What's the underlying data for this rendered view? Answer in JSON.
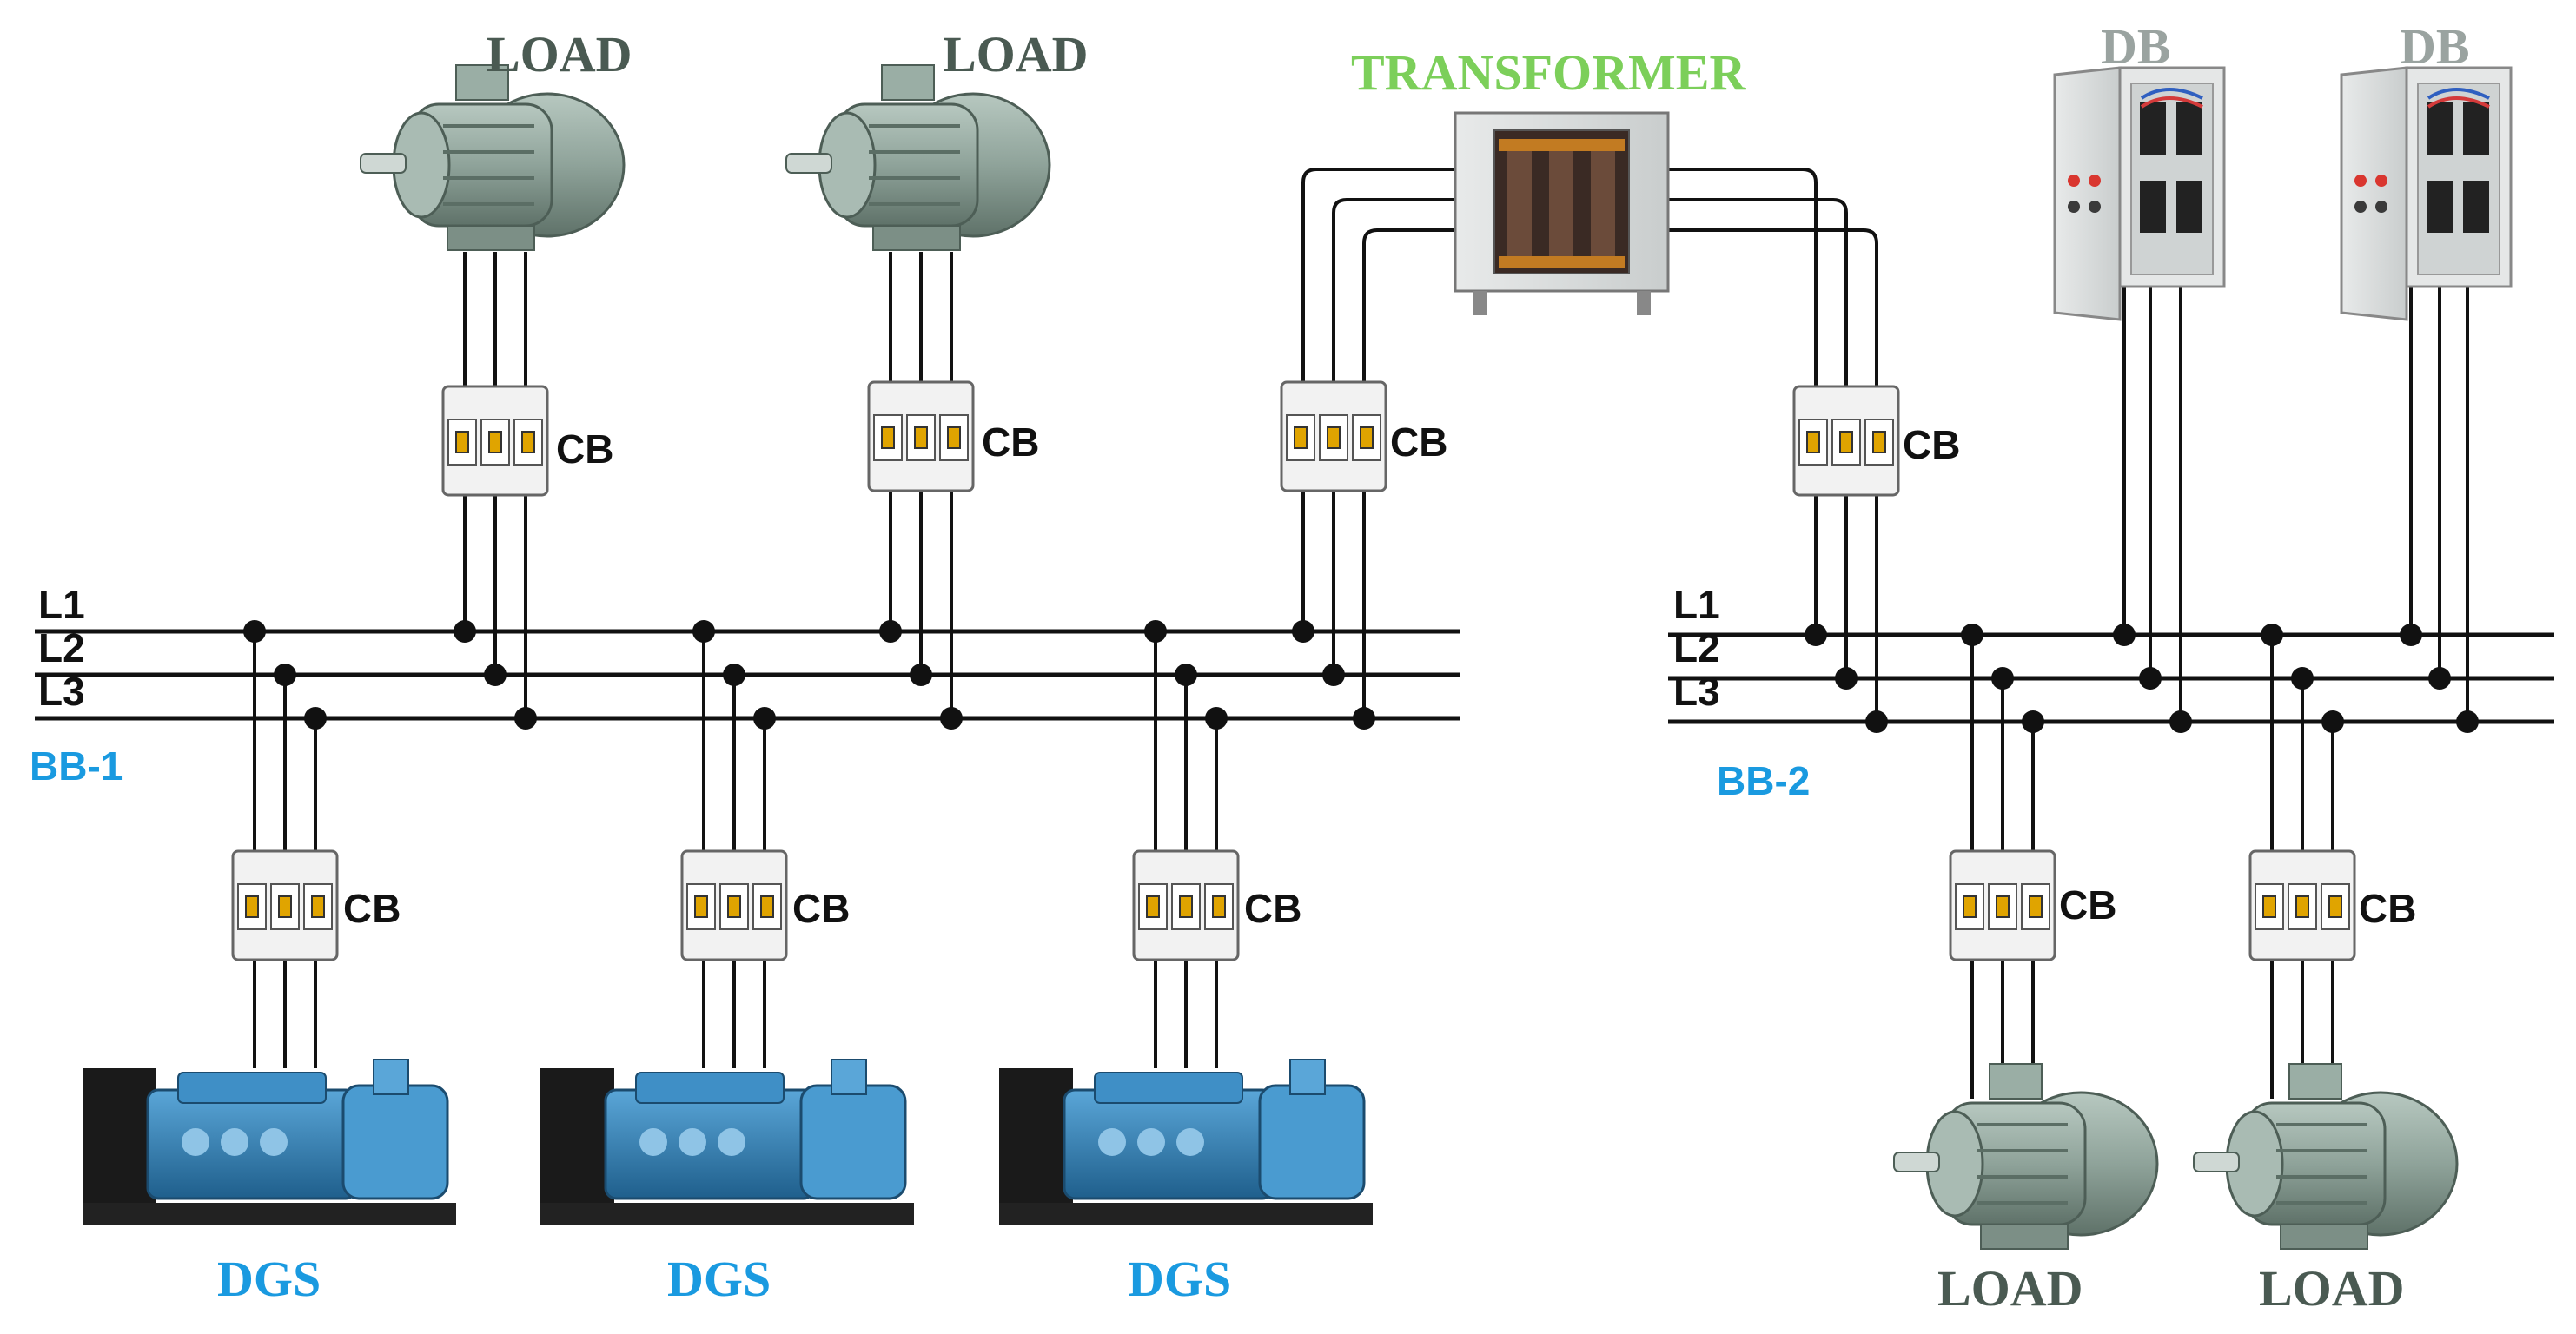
{
  "colors": {
    "wire": "#111111",
    "bus_label": "#1a9ae0",
    "transformer_label": "#7ccf5a",
    "load_label": "#4a5a52",
    "db_label": "#9aa3a0",
    "motor_body": "#8fa39a",
    "genset_body": "#2f7fb6",
    "cb_body": "#f2f2f2"
  },
  "bus1": {
    "name": "BB-1",
    "phases": [
      "L1",
      "L2",
      "L3"
    ]
  },
  "bus2": {
    "name": "BB-2",
    "phases": [
      "L1",
      "L2",
      "L3"
    ]
  },
  "cb_label": "CB",
  "top_loads": [
    {
      "label": "LOAD"
    },
    {
      "label": "LOAD"
    }
  ],
  "transformer": {
    "label": "TRANSFORMER"
  },
  "distribution_boards": [
    {
      "label": "DB"
    },
    {
      "label": "DB"
    }
  ],
  "generators": [
    {
      "label": "DGS"
    },
    {
      "label": "DGS"
    },
    {
      "label": "DGS"
    }
  ],
  "bottom_loads": [
    {
      "label": "LOAD"
    },
    {
      "label": "LOAD"
    }
  ]
}
